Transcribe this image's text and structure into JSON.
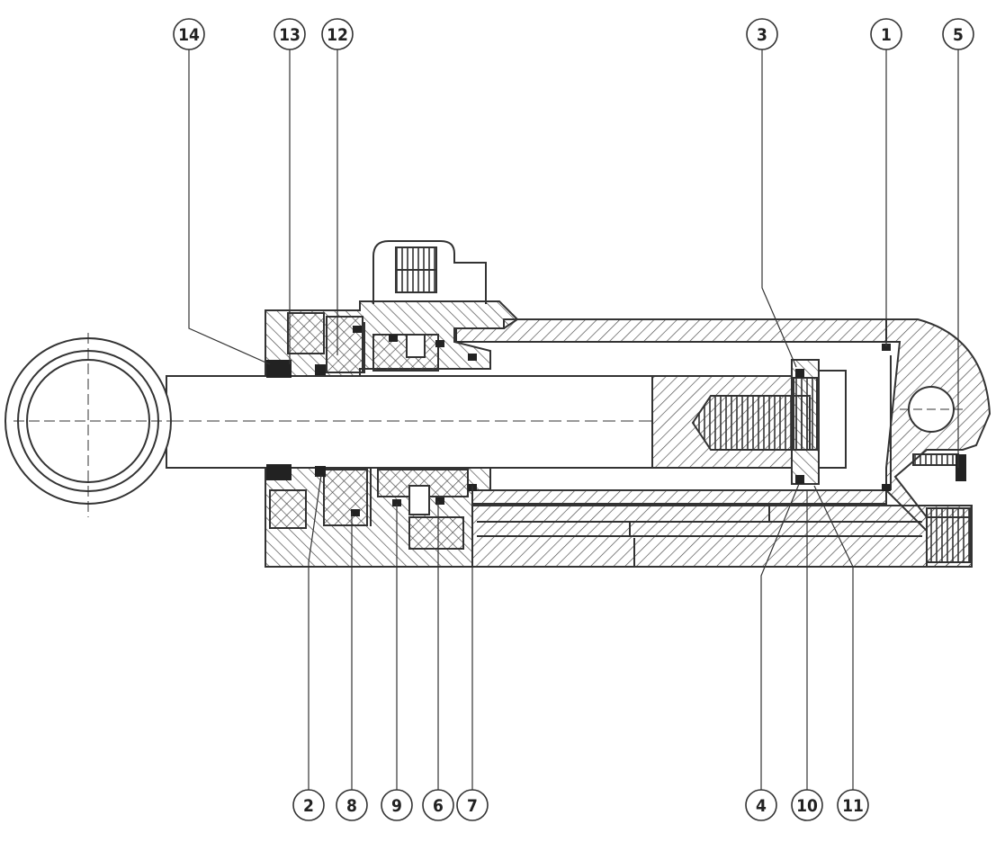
{
  "diagram": {
    "type": "hydraulic-cylinder-cross-section",
    "line_color": "#333333",
    "background": "#ffffff",
    "callouts_top": [
      "14",
      "13",
      "12",
      "3",
      "1",
      "5"
    ],
    "callouts_bottom": [
      "2",
      "8",
      "9",
      "6",
      "7",
      "4",
      "10",
      "11"
    ]
  }
}
